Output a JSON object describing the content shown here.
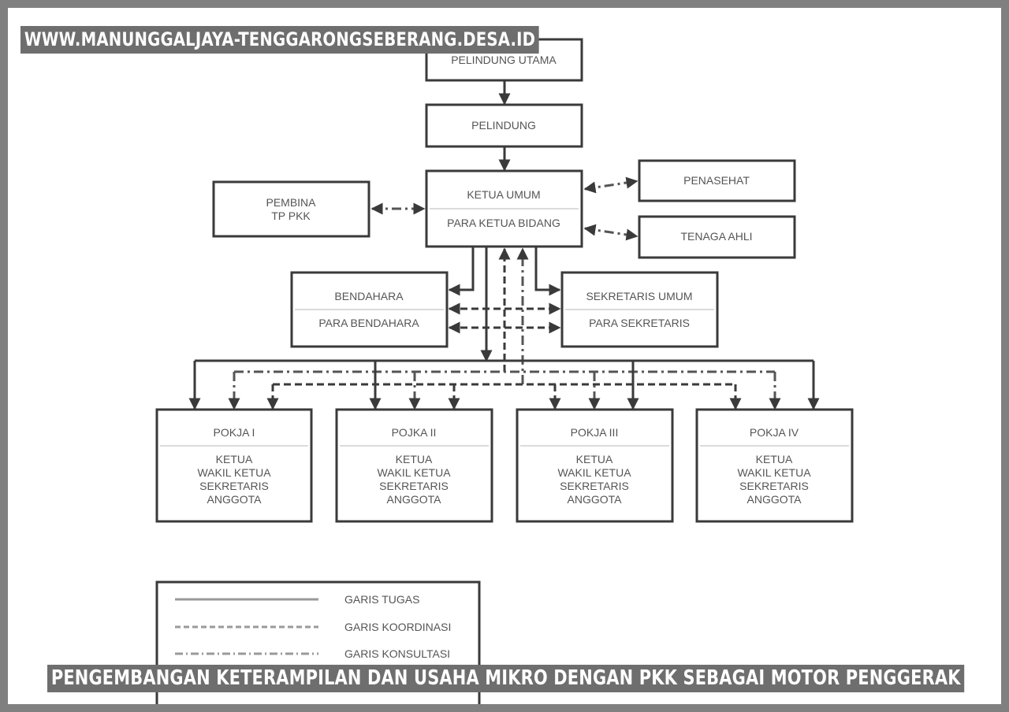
{
  "site_url": "WWW.MANUNGGALJAYA-TENGGARONGSEBERANG.DESA.ID",
  "article_title": "PENGEMBANGAN KETERAMPILAN DAN USAHA MIKRO DENGAN PKK SEBAGAI MOTOR PENGGERAK",
  "org_chart": {
    "pelindung_utama": "PELINDUNG UTAMA",
    "pelindung": "PELINDUNG",
    "ketua_umum": "KETUA UMUM",
    "para_ketua_bidang": "PARA KETUA BIDANG",
    "penasehat": "PENASEHAT",
    "tenaga_ahli": "TENAGA AHLI",
    "pembina": [
      "PEMBINA",
      "TP PKK"
    ],
    "bendahara": "BENDAHARA",
    "para_bendahara": "PARA BENDAHARA",
    "sekretaris_umum": "SEKRETARIS UMUM",
    "para_sekretaris": "PARA SEKRETARIS",
    "pokja": [
      {
        "title": "POKJA I",
        "members": [
          "KETUA",
          "WAKIL KETUA",
          "SEKRETARIS",
          "ANGGOTA"
        ]
      },
      {
        "title": "POJKA II",
        "members": [
          "KETUA",
          "WAKIL KETUA",
          "SEKRETARIS",
          "ANGGOTA"
        ]
      },
      {
        "title": "POKJA III",
        "members": [
          "KETUA",
          "WAKIL KETUA",
          "SEKRETARIS",
          "ANGGOTA"
        ]
      },
      {
        "title": "POKJA IV",
        "members": [
          "KETUA",
          "WAKIL KETUA",
          "SEKRETARIS",
          "ANGGOTA"
        ]
      }
    ]
  },
  "legend": {
    "garis_tugas": "GARIS TUGAS",
    "garis_koordinasi": "GARIS KOORDINASI",
    "garis_konsultasi": "GARIS KONSULTASI"
  }
}
